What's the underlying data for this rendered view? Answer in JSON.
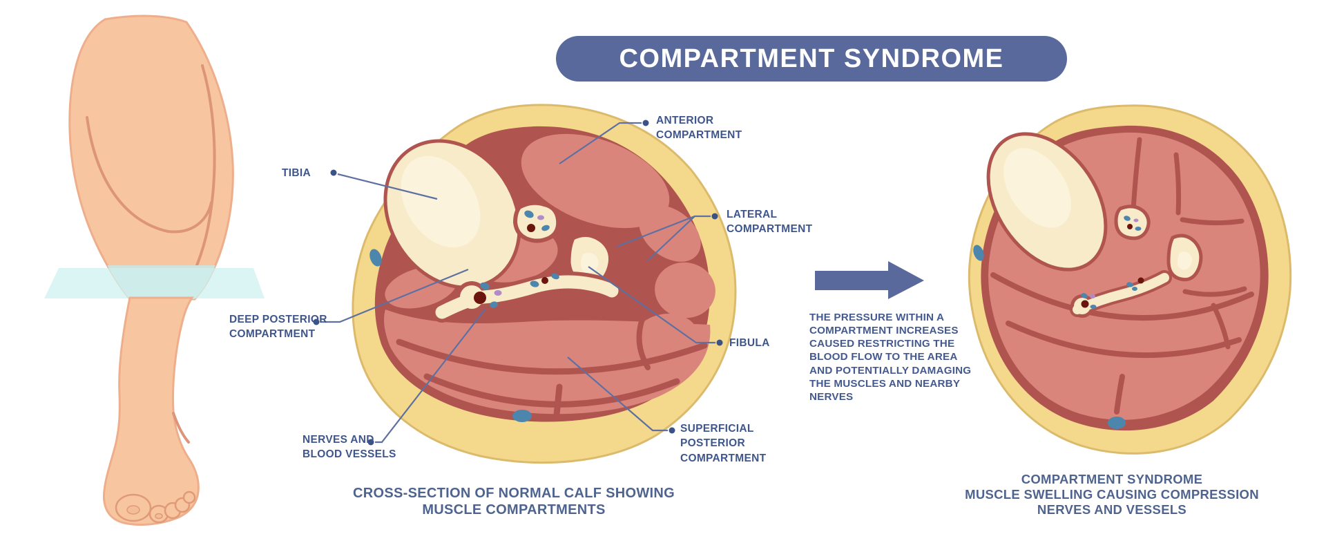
{
  "title": "COMPARTMENT SYNDROME",
  "palette": {
    "banner": "#5a699c",
    "label_text": "#3f568c",
    "caption_text": "#4e648f",
    "leader_line": "#5e70a1",
    "arrow": "#5a699c",
    "skin": "#f7c6a1",
    "section_plane": "#cdf1f0",
    "subcutaneous_ring": "#f4d88c",
    "fascia": "#b05450",
    "muscle": "#d9857c",
    "bone": "#f8ebc9",
    "bone_highlight": "#fbf3dc",
    "vein": "#4c86ad",
    "artery": "#6a150d",
    "nerve": "#b18bc9"
  },
  "normal_section": {
    "caption": "CROSS-SECTION OF NORMAL CALF SHOWING\nMUSCLE COMPARTMENTS",
    "labels": {
      "tibia": "TIBIA",
      "anterior_compartment": "ANTERIOR\nCOMPARTMENT",
      "lateral_compartment": "LATERAL\nCOMPARTMENT",
      "deep_posterior_compartment": "DEEP POSTERIOR\nCOMPARTMENT",
      "fibula": "FIBULA",
      "nerves_and_blood_vessels": "NERVES AND\nBLOOD VESSELS",
      "superficial_posterior_compartment": "SUPERFICIAL\nPOSTERIOR\nCOMPARTMENT"
    }
  },
  "transition": {
    "description": "THE PRESSURE WITHIN A\nCOMPARTMENT INCREASES\nCAUSED RESTRICTING THE\nBLOOD FLOW TO THE AREA\nAND POTENTIALLY DAMAGING\nTHE MUSCLES AND NEARBY\nNERVES"
  },
  "syndrome_section": {
    "caption": "COMPARTMENT SYNDROME\nMUSCLE SWELLING CAUSING COMPRESSION\nNERVES AND VESSELS"
  }
}
